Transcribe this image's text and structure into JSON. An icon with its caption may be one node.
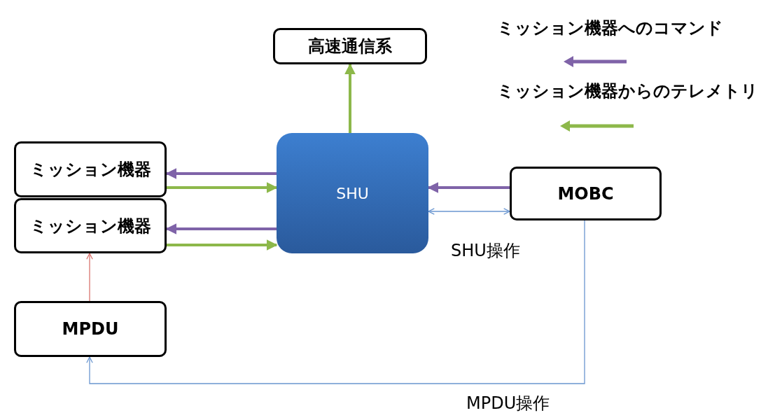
{
  "diagram": {
    "nodes": [
      {
        "text": [
          "高速通信系"
        ]
      },
      {
        "text": [
          "ミッション機器"
        ]
      },
      {
        "text": [
          "ミッション機器"
        ]
      },
      {
        "text": [
          "SHU"
        ]
      },
      {
        "text": [
          "MOBC"
        ]
      },
      {
        "text": [
          "MPDU"
        ]
      }
    ],
    "edges": [
      {
        "from": 3,
        "to": 0,
        "arrow": "to",
        "color": "#8db84a"
      },
      {
        "from": 3,
        "to": 1,
        "arrow": "to",
        "color": "#7f63a8"
      },
      {
        "from": 1,
        "to": 3,
        "arrow": "to",
        "color": "#8db84a"
      },
      {
        "from": 3,
        "to": 2,
        "arrow": "to",
        "color": "#7f63a8"
      },
      {
        "from": 2,
        "to": 3,
        "arrow": "to",
        "color": "#8db84a"
      },
      {
        "from": 4,
        "to": 3,
        "arrow": "to",
        "color": "#7f63a8"
      },
      {
        "from": 3,
        "to": 4,
        "arrow": "both",
        "label": "SHU操作",
        "color": "#6a96d0"
      },
      {
        "from": 5,
        "to": 2,
        "arrow": "to",
        "color": "#d9736e"
      },
      {
        "from": 4,
        "to": 5,
        "arrow": "to",
        "label": "MPDU操作",
        "color": "#6a96d0"
      }
    ],
    "legend": [
      {
        "text": "ミッション機器へのコマンド",
        "color": "#7f63a8"
      },
      {
        "text": "ミッション機器からのテレメトリ",
        "color": "#8db84a"
      }
    ]
  }
}
